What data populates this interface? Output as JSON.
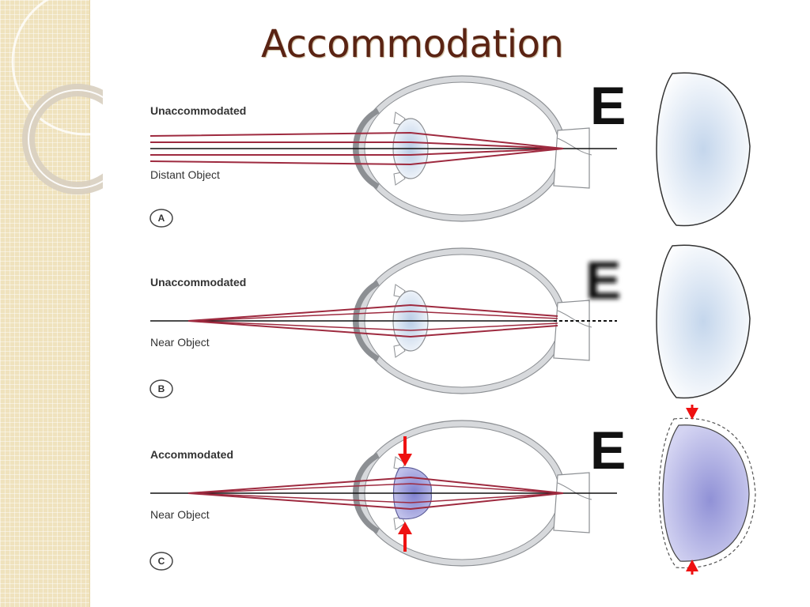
{
  "slide": {
    "title": "Accommodation"
  },
  "panels": [
    {
      "id": "A",
      "state": "Unaccommodated",
      "object": "Distant Object",
      "badge": "A"
    },
    {
      "id": "B",
      "state": "Unaccommodated",
      "object": "Near Object",
      "badge": "B"
    },
    {
      "id": "C",
      "state": "Accommodated",
      "object": "Near Object",
      "badge": "C"
    }
  ],
  "chart_letter": "E",
  "colors": {
    "title": "#5a2313",
    "ray": "#9e2a3f",
    "axis": "#111111",
    "eye_wall": "#d7d9dc",
    "lens_relaxed": "#dce8f5",
    "lens_accommodated": "#8f90d6",
    "arrow": "#ee1111",
    "side_strip": "#efe2bd"
  }
}
